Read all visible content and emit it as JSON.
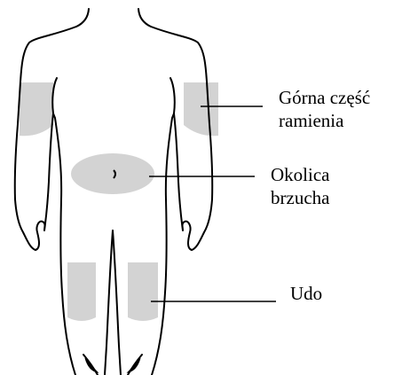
{
  "colors": {
    "outline": "#000000",
    "injection_area": "#d3d3d3",
    "background": "#ffffff"
  },
  "labels": {
    "upper_arm": {
      "line1": "Górna część",
      "line2": "ramienia"
    },
    "abdomen": {
      "line1": "Okolica",
      "line2": "brzucha"
    },
    "thigh": {
      "line1": "Udo"
    }
  }
}
